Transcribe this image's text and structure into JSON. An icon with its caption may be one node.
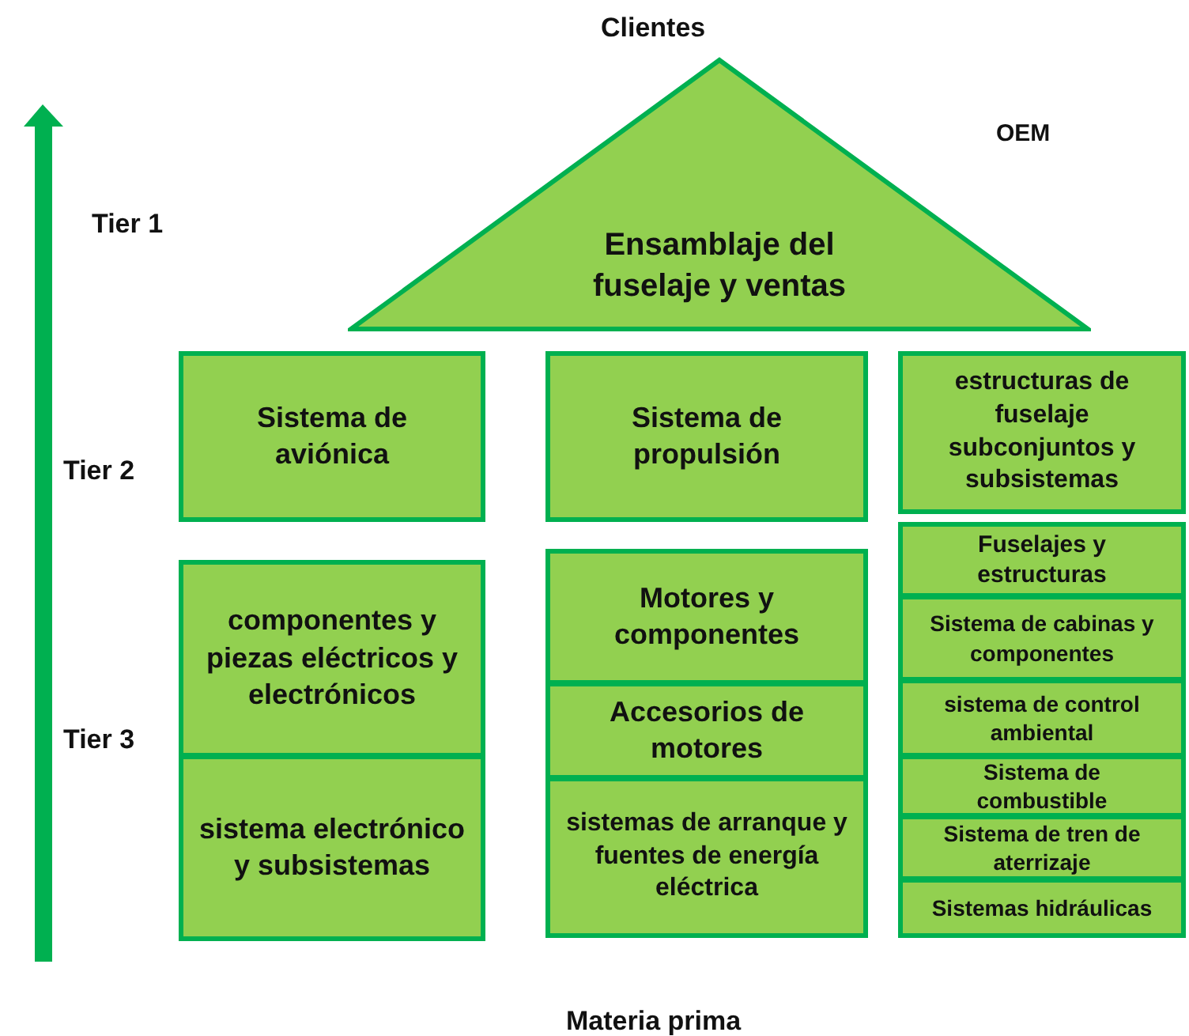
{
  "diagram": {
    "nodes": [
      {
        "text": [
          "Ensamblaje del fuselaje y ventas"
        ]
      },
      {
        "text": [
          "Sistema de aviónica"
        ]
      },
      {
        "text": [
          "Sistema de propulsión"
        ]
      },
      {
        "text": [
          "estructuras de fuselaje subconjuntos y subsistemas"
        ]
      },
      {
        "text": [
          "componentes y piezas eléctricos y electrónicos"
        ]
      },
      {
        "text": [
          "sistema electrónico y subsistemas"
        ]
      },
      {
        "text": [
          "Motores y componentes"
        ]
      },
      {
        "text": [
          "Accesorios de motores"
        ]
      },
      {
        "text": [
          "sistemas de arranque y fuentes de energía eléctrica"
        ]
      },
      {
        "text": [
          "Fuselajes y estructuras"
        ]
      },
      {
        "text": [
          "Sistema de cabinas y componentes"
        ]
      },
      {
        "text": [
          "sistema de control ambiental"
        ]
      },
      {
        "text": [
          "Sistema de combustible"
        ]
      },
      {
        "text": [
          "Sistema de tren de aterrizaje"
        ]
      },
      {
        "text": [
          "Sistemas hidráulicas"
        ]
      }
    ],
    "labels": [
      "Clientes",
      "OEM",
      "Tier 1",
      "Tier 2",
      "Tier 3",
      "Materia prima"
    ]
  }
}
